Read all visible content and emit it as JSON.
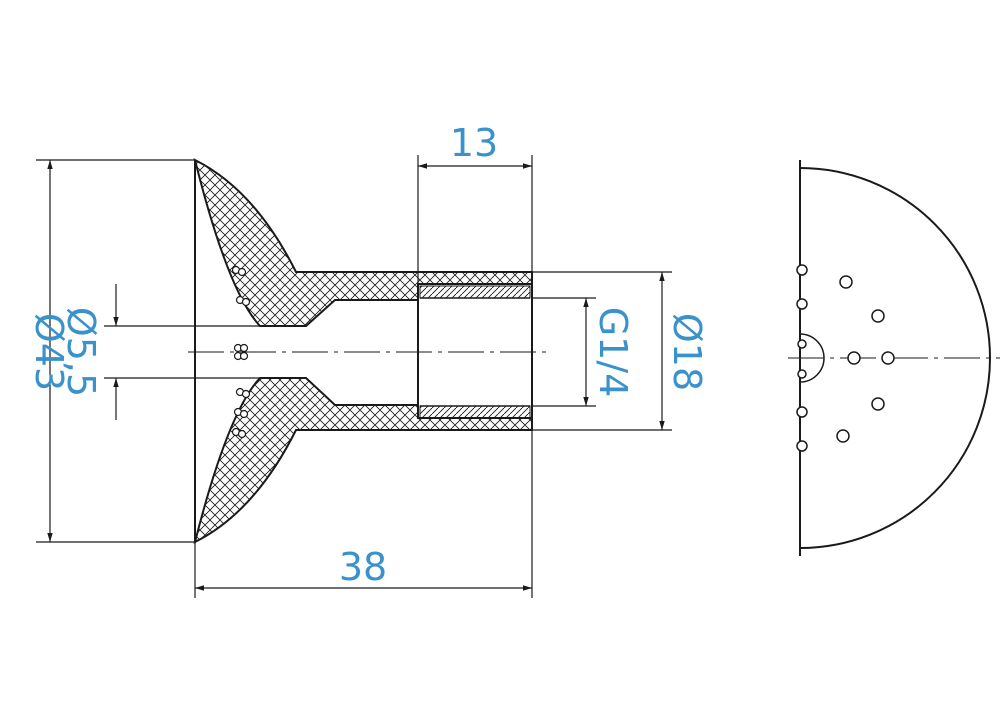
{
  "drawing": {
    "line_color": "#1a1a1a",
    "dimension_color": "#3a92cc",
    "dimensions": {
      "overall_diameter": "Ø43",
      "orifice_diameter": "Ø5,5",
      "thread_length": "13",
      "thread": "G1/4",
      "hub_diameter": "Ø18",
      "overall_length": "38"
    }
  }
}
